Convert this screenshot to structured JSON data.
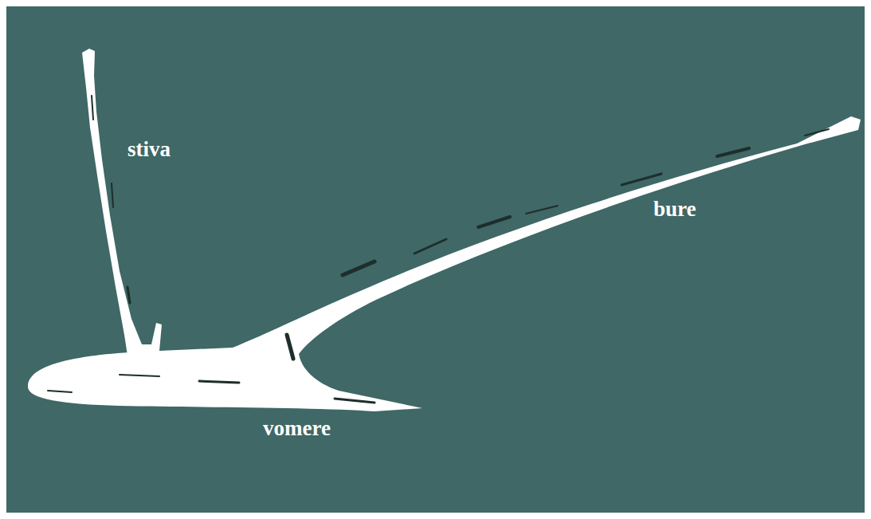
{
  "diagram": {
    "labels": [
      "stiva",
      "bure",
      "vomere"
    ]
  }
}
